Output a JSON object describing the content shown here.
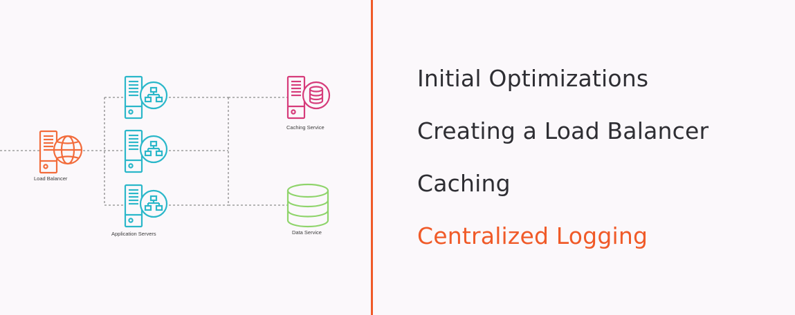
{
  "diagram": {
    "load_balancer_label": "Load Balancer",
    "app_servers_label": "Application Servers",
    "caching_label": "Caching Service",
    "data_label": "Data Service",
    "colors": {
      "load_balancer": "#f26b3a",
      "app_servers": "#2ab7c9",
      "caching": "#d63b7a",
      "data": "#8fd46b",
      "connector": "#8a8a8a"
    }
  },
  "agenda": {
    "items": [
      {
        "label": "Initial Optimizations",
        "active": false
      },
      {
        "label": "Creating a Load Balancer",
        "active": false
      },
      {
        "label": "Caching",
        "active": false
      },
      {
        "label": "Centralized Logging",
        "active": true
      }
    ],
    "colors": {
      "normal": "#2e2e33",
      "active": "#f05a28",
      "divider": "#f05a28"
    }
  }
}
